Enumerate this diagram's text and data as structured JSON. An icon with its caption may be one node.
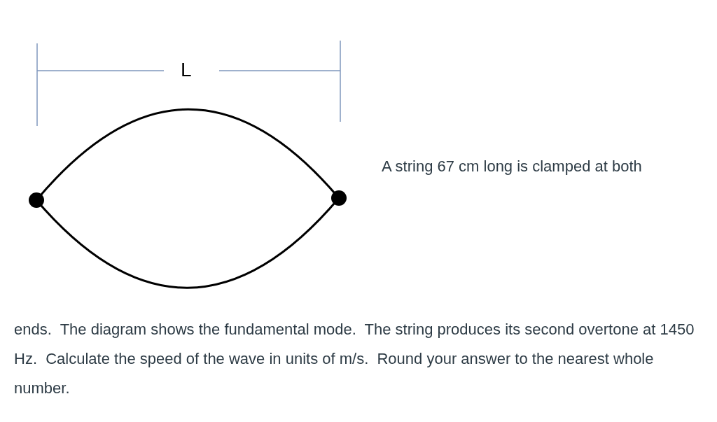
{
  "diagram": {
    "labels": [
      "L",
      "A string 67 cm long is clamped at both",
      "ends.  The diagram shows the fundamental mode.  The string produces its second overtone at 1450 Hz.  Calculate the speed of the wave in units of m/s.  Round your answer to the nearest whole number."
    ]
  }
}
